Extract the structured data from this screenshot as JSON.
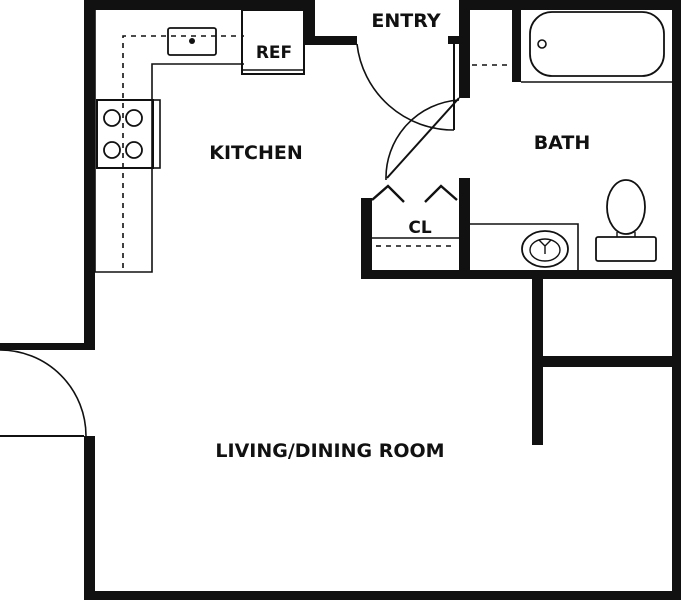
{
  "rooms": {
    "entry": "ENTRY",
    "ref": "REF",
    "kitchen": "KITCHEN",
    "bath": "BATH",
    "closet": "CL",
    "living": "LIVING/DINING ROOM"
  },
  "colors": {
    "wall": "#111111",
    "background": "#ffffff"
  }
}
